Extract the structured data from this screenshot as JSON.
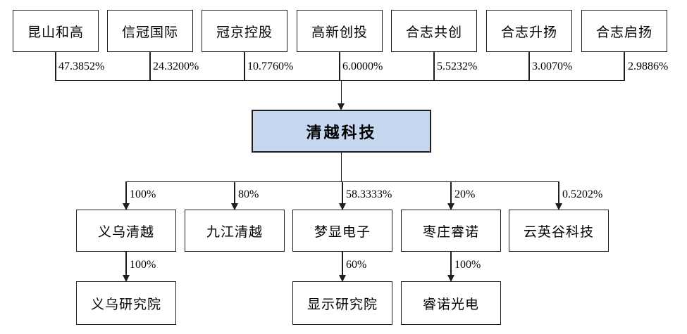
{
  "diagram": {
    "type": "equity-ownership-structure",
    "company": {
      "name": "清越科技"
    },
    "shareholders": [
      {
        "name": "昆山和高",
        "percent": "47.3852%"
      },
      {
        "name": "信冠国际",
        "percent": "24.3200%"
      },
      {
        "name": "冠京控股",
        "percent": "10.7760%"
      },
      {
        "name": "高新创投",
        "percent": "6.0000%"
      },
      {
        "name": "合志共创",
        "percent": "5.5232%"
      },
      {
        "name": "合志升扬",
        "percent": "3.0070%"
      },
      {
        "name": "合志启扬",
        "percent": "2.9886%"
      }
    ],
    "subsidiaries": [
      {
        "name": "义乌清越",
        "percent": "100%"
      },
      {
        "name": "九江清越",
        "percent": "80%"
      },
      {
        "name": "梦显电子",
        "percent": "58.3333%"
      },
      {
        "name": "枣庄睿诺",
        "percent": "20%"
      },
      {
        "name": "云英谷科技",
        "percent": "0.5202%"
      }
    ],
    "grandchildren": [
      {
        "name": "义乌研究院",
        "percent": "100%",
        "parent": "义乌清越"
      },
      {
        "name": "显示研究院",
        "percent": "60%",
        "parent": "梦显电子"
      },
      {
        "name": "睿诺光电",
        "percent": "100%",
        "parent": "枣庄睿诺"
      }
    ],
    "colors": {
      "company_fill": "#C5D8F0",
      "line": "#1f1f1f",
      "background": "#ffffff"
    }
  }
}
